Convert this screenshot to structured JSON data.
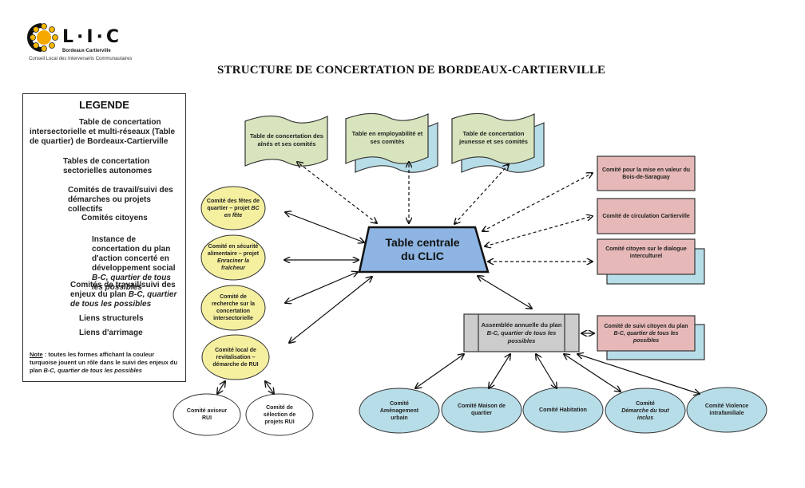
{
  "logo": {
    "letters": "L·I·C",
    "subtitle": "Bordeaux-Cartierville",
    "tagline": "Conseil Local des Intervenants Communautaires"
  },
  "title": "STRUCTURE DE CONCERTATION DE BORDEAUX-CARTIERVILLE",
  "colors": {
    "central_blue": "#8db4e2",
    "sectoral_green": "#d7e4bd",
    "committee_yellow": "#f5f0a0",
    "citizen_pink": "#e6b9b8",
    "instance_gray": "#cccccc",
    "plan_turquoise": "#b7dde8"
  },
  "legend": {
    "title": "LEGENDE",
    "items": [
      {
        "shape": "trapezoid",
        "text": "Table de concertation intersectorielle et multi-réseaux (Table de quartier) de Bordeaux-Cartierville"
      },
      {
        "shape": "wave",
        "text": "Tables de concertation sectorielles autonomes"
      },
      {
        "shape": "yellow-ellipse",
        "text": "Comités de travail/suivi des démarches ou projets collectifs"
      },
      {
        "shape": "pink-rect",
        "text": "Comités citoyens"
      },
      {
        "shape": "gray-process",
        "text_a": "Instance de concertation du plan d'action concerté en développement social ",
        "text_b": "B-C, quartier de tous les possibles"
      },
      {
        "shape": "blue-ellipse",
        "text_a": "Comités de travail/suivi des enjeux du plan ",
        "text_b": "B-C, quartier de tous les possibles"
      },
      {
        "shape": "solid-arrow",
        "text": "Liens structurels"
      },
      {
        "shape": "dashed-arrow",
        "text": "Liens d'arrimage"
      }
    ],
    "note_label": "Note",
    "note_text": " : toutes les formes affichant la couleur turquoise jouent un rôle dans le suivi des enjeux du plan ",
    "note_italic": "B-C, quartier de tous les possibles"
  },
  "central": {
    "line1": "Table centrale",
    "line2": "du CLIC"
  },
  "sectoral_tables": [
    {
      "text": "Table de concertation des aînés et ses comités",
      "turquoise": false
    },
    {
      "text": "Table en employabilité et ses comités",
      "turquoise": true
    },
    {
      "text": "Table de concertation jeunesse et ses comités",
      "turquoise": true
    }
  ],
  "work_committees": [
    {
      "text": "Comité des fêtes de quartier – projet ",
      "italic": "BC en fête"
    },
    {
      "text": "Comité en sécurité alimentaire – projet ",
      "italic": "Enraciner la fraîcheur"
    },
    {
      "text": "Comité de recherche sur la concertation intersectorielle",
      "italic": ""
    },
    {
      "text": "Comité local de revitalisation – démarche de RUI",
      "italic": ""
    }
  ],
  "rui_committees": [
    {
      "text": "Comité aviseur RUI"
    },
    {
      "text": "Comité de sélection de projets RUI"
    }
  ],
  "citizen_committees": [
    {
      "text": "Comité pour la mise en valeur du Bois-de-Saraguay",
      "turquoise": false
    },
    {
      "text": "Comité de circulation Cartierville",
      "turquoise": false
    },
    {
      "text": "Comité citoyen sur le dialogue interculturel",
      "turquoise": true
    }
  ],
  "assembly": {
    "text": "Assemblée annuelle du plan ",
    "italic": "B-C, quartier de tous les possibles"
  },
  "followup_committee": {
    "text": "Comité de suivi citoyen du plan ",
    "italic": "B-C, quartier de tous les possibles"
  },
  "plan_committees": [
    {
      "text": "Comité Aménagement urbain",
      "italic": ""
    },
    {
      "text": "Comité Maison de quartier",
      "italic": ""
    },
    {
      "text": "Comité Habitation",
      "italic": ""
    },
    {
      "text": "Comité ",
      "italic": "Démarche du tout inclus"
    },
    {
      "text": "Comité Violence intrafamiliale",
      "italic": ""
    }
  ]
}
